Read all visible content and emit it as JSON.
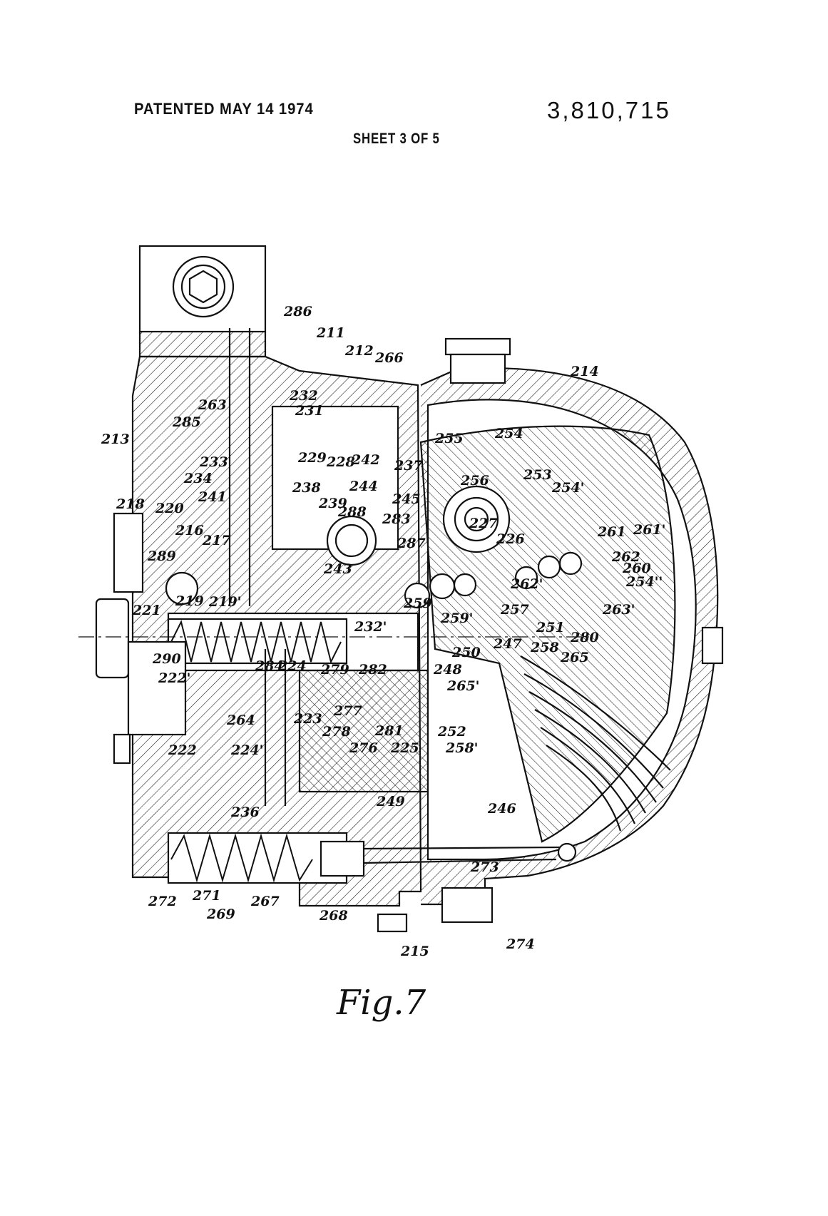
{
  "header": {
    "patented": "PATENTED MAY 14 1974",
    "patent_number": "3,810,715",
    "sheet": "SHEET 3 OF 5"
  },
  "figure": {
    "caption": "Fig.7",
    "labels": [
      "211",
      "212",
      "213",
      "214",
      "215",
      "216",
      "217",
      "218",
      "219",
      "219'",
      "220",
      "221",
      "222",
      "222'",
      "223",
      "224",
      "224'",
      "225",
      "226",
      "227",
      "228",
      "229",
      "231",
      "232",
      "232'",
      "233",
      "234",
      "236",
      "237",
      "238",
      "239",
      "241",
      "242",
      "243",
      "244",
      "245",
      "246",
      "247",
      "248",
      "249",
      "250",
      "251",
      "252",
      "253",
      "254",
      "254'",
      "254''",
      "255",
      "256",
      "257",
      "258",
      "258'",
      "259",
      "259'",
      "260",
      "261",
      "261'",
      "262",
      "262'",
      "263",
      "263'",
      "264",
      "265",
      "265'",
      "266",
      "267",
      "268",
      "269",
      "271",
      "272",
      "273",
      "274",
      "276",
      "277",
      "278",
      "279",
      "280",
      "281",
      "282",
      "283",
      "284",
      "285",
      "286",
      "287",
      "288",
      "289",
      "290"
    ]
  }
}
